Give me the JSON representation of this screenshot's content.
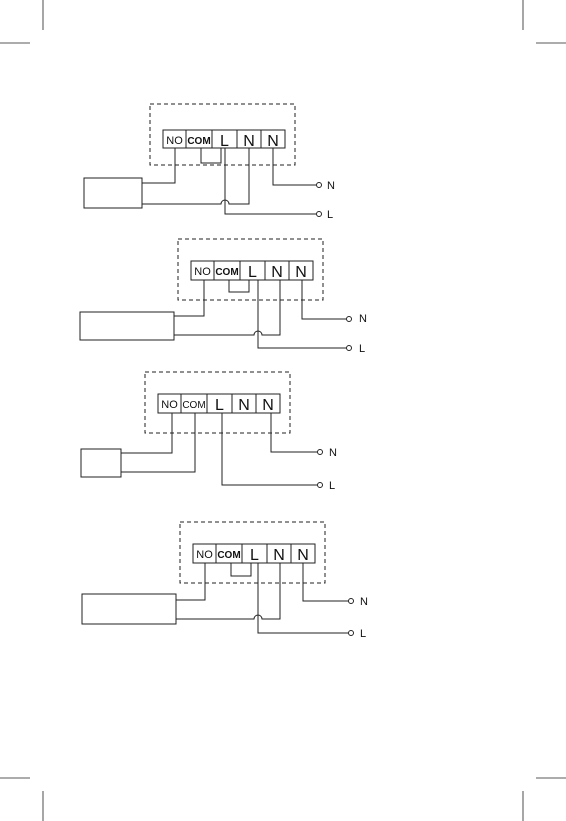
{
  "terminals": {
    "no": "NO",
    "com": "COM",
    "l": "L",
    "n1": "N",
    "n2": "N"
  },
  "supply": {
    "neutral": "N",
    "live": "L"
  },
  "diagrams": [
    {
      "id": "diagram-1",
      "variant": "bridged"
    },
    {
      "id": "diagram-2",
      "variant": "bridged"
    },
    {
      "id": "diagram-3",
      "variant": "direct"
    },
    {
      "id": "diagram-4",
      "variant": "bridged"
    }
  ]
}
